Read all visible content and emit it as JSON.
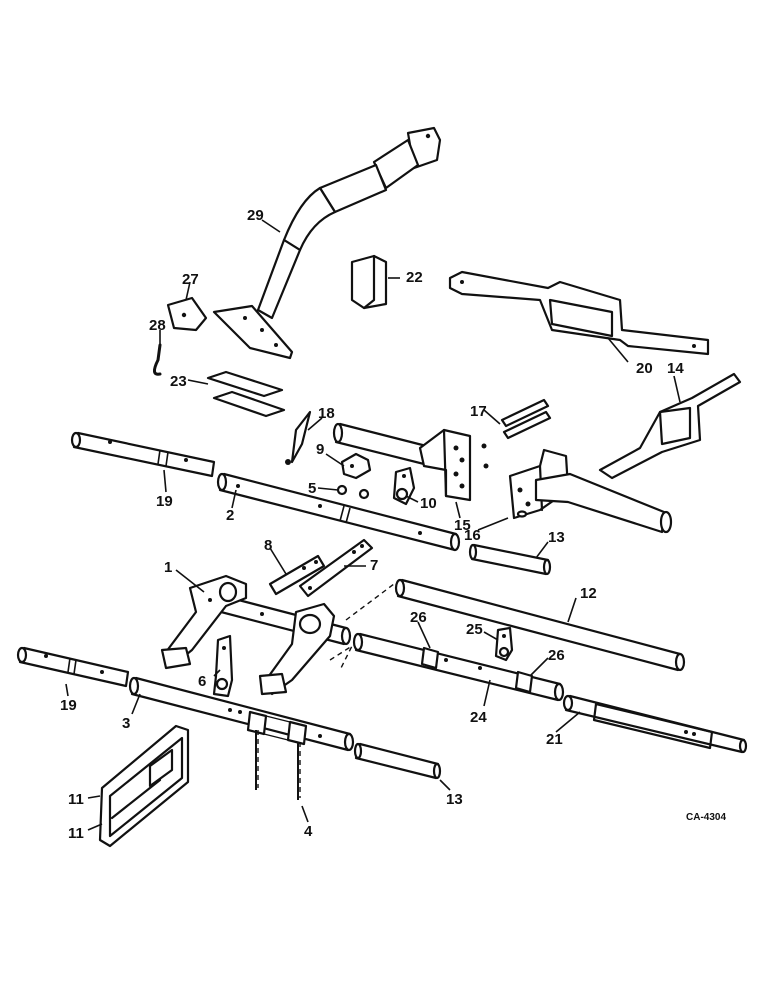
{
  "diagram_code": "CA-4304",
  "callouts": [
    "1",
    "2",
    "3",
    "4",
    "5",
    "6",
    "7",
    "8",
    "9",
    "10",
    "11",
    "11",
    "12",
    "13",
    "13",
    "14",
    "15",
    "16",
    "17",
    "18",
    "19",
    "19",
    "20",
    "21",
    "22",
    "23",
    "24",
    "25",
    "26",
    "26",
    "27",
    "28",
    "29"
  ]
}
